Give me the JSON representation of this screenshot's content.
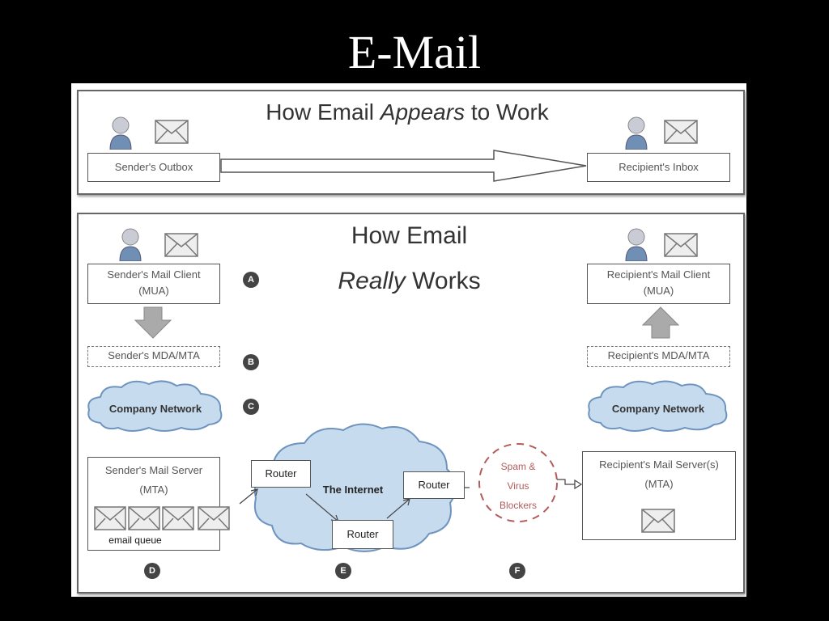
{
  "slide": {
    "title": "E-Mail"
  },
  "top_panel": {
    "title_prefix": "How Email ",
    "title_emph": "Appears",
    "title_suffix": " to Work",
    "sender_label": "Sender's Outbox",
    "recipient_label": "Recipient's Inbox"
  },
  "bottom_panel": {
    "title_line1": "How Email",
    "title_line2_emph": "Really",
    "title_line2_rest": " Works",
    "sender_client": {
      "line1": "Sender's Mail Client",
      "line2": "(MUA)"
    },
    "recipient_client": {
      "line1": "Recipient's Mail Client",
      "line2": "(MUA)"
    },
    "sender_mda": "Sender's MDA/MTA",
    "recipient_mda": "Recipient's MDA/MTA",
    "company_network": "Company Network",
    "sender_server": {
      "line1": "Sender's Mail Server",
      "line2": "(MTA)",
      "queue": "email queue"
    },
    "internet": "The Internet",
    "router": "Router",
    "spam": {
      "line1": "Spam &",
      "line2": "Virus",
      "line3": "Blockers"
    },
    "recipient_server": {
      "line1": "Recipient's Mail Server(s)",
      "line2": "(MTA)"
    },
    "badges": [
      "A",
      "B",
      "C",
      "D",
      "E",
      "F"
    ]
  }
}
